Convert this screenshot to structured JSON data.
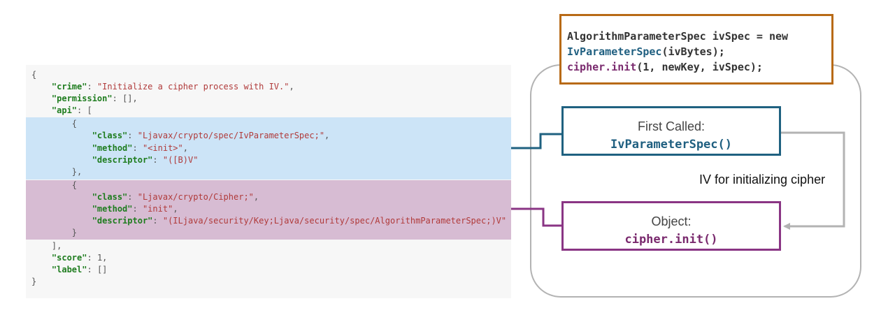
{
  "code": {
    "open_brace": "{",
    "crime_key": "\"crime\"",
    "crime_val": "\"Initialize a cipher process with IV.\"",
    "permission_key": "\"permission\"",
    "permission_val": "[]",
    "api_key": "\"api\"",
    "api_open": "[",
    "api1_open": "{",
    "api1_class_key": "\"class\"",
    "api1_class_val": "\"Ljavax/crypto/spec/IvParameterSpec;\"",
    "api1_method_key": "\"method\"",
    "api1_method_val": "\"<init>\"",
    "api1_desc_key": "\"descriptor\"",
    "api1_desc_val": "\"([B)V\"",
    "api1_close": "},",
    "api2_open": "{",
    "api2_class_key": "\"class\"",
    "api2_class_val": "\"Ljavax/crypto/Cipher;\"",
    "api2_method_key": "\"method\"",
    "api2_method_val": "\"init\"",
    "api2_desc_key": "\"descriptor\"",
    "api2_desc_val": "\"(ILjava/security/Key;Ljava/security/spec/AlgorithmParameterSpec;)V\"",
    "api2_close": "}",
    "api_close": "],",
    "score_key": "\"score\"",
    "score_val": "1",
    "label_key": "\"label\"",
    "label_val": "[]",
    "close_brace": "}"
  },
  "snippet": {
    "line1": "AlgorithmParameterSpec ivSpec = new",
    "line2_call": "IvParameterSpec",
    "line2_rest": "(ivBytes);",
    "line3_call": "cipher.init",
    "line3_rest": "(1, newKey, ivSpec);"
  },
  "first_called": {
    "caption": "First Called:",
    "method": "IvParameterSpec()"
  },
  "object": {
    "caption": "Object:",
    "method": "cipher.init()"
  },
  "edge_label": "IV for initializing cipher",
  "colors": {
    "blue": "#1f6180",
    "purple": "#8a3584",
    "orange": "#b86a16",
    "gray": "#b3b3b3"
  }
}
